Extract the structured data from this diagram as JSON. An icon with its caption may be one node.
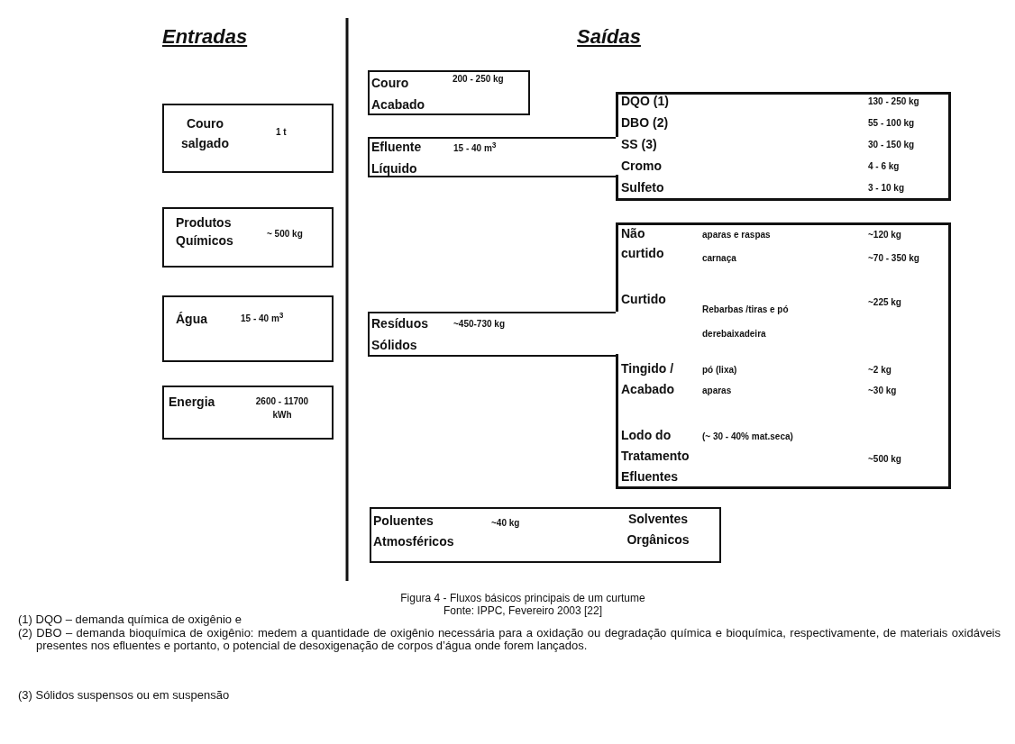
{
  "diagram": {
    "caption": "Figura 4 - Fluxos básicos principais de um curtume",
    "nodes": [
      {
        "text": [
          "Couro salgado",
          "1 t"
        ]
      },
      {
        "text": [
          "Produtos Químicos",
          "~ 500 kg"
        ]
      },
      {
        "text": [
          "Água",
          "15 - 40 m$^{3}$"
        ]
      },
      {
        "text": [
          "Energia",
          "2600 - 11700 kWh"
        ]
      },
      {
        "text": [
          "Couro Acabado",
          "200 - 250 kg"
        ]
      },
      {
        "text": [
          "Efluente Líquido",
          "15 - 40 m$^{3}$"
        ]
      },
      {
        "text": [
          "DQO (1)",
          "130 - 250 kg",
          "DBO (2)",
          "55 - 100 kg",
          "SS (3)",
          "30 - 150 kg",
          "Cromo",
          "4 - 6 kg",
          "Sulfeto",
          "3 - 10 kg"
        ]
      },
      {
        "text": [
          "Resíduos Sólidos",
          "~450-730 kg"
        ]
      },
      {
        "text": [
          "Não curtido",
          "aparas e raspas",
          "~120 kg",
          "carnaça",
          "~70 - 350 kg",
          "Curtido",
          "Rebarbas /tiras e pó derebaixadeira",
          "~225 kg",
          "Tingido / Acabado",
          "pó (lixa)",
          "~2 kg",
          "aparas",
          "~30 kg",
          "Lodo do Tratamento Efluentes",
          "(~ 30 - 40% mat.seca)",
          "~500 kg"
        ]
      },
      {
        "text": [
          "Poluentes Atmosféricos",
          "~40 kg",
          "Solventes Orgânicos"
        ]
      }
    ],
    "labels": [
      "Entradas",
      "Saídas",
      "Fonte: IPPC, Fevereiro 2003 [22]",
      "(1) DQO – demanda química de oxigênio e",
      "(2) DBO – demanda bioquímica de oxigênio: medem a quantidade de oxigênio necessária para a oxidação ou degradação química e bioquímica, respectivamente, de materiais oxidáveis presentes nos efluentes e portanto, o potencial de desoxigenação de corpos d’água onde forem lançados.",
      "(3) Sólidos suspensos ou em suspensão"
    ]
  }
}
